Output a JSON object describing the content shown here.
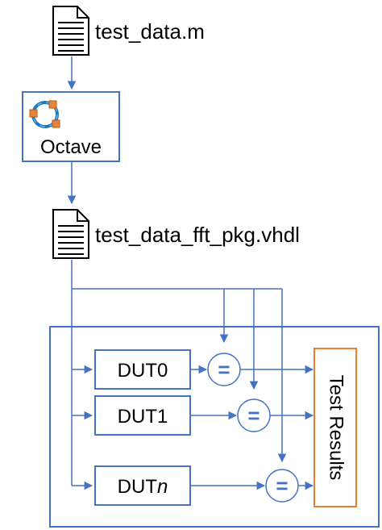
{
  "files": {
    "input": {
      "name": "test_data.m",
      "icon": "document-icon"
    },
    "output": {
      "name": "test_data_fft_pkg.vhdl",
      "icon": "document-icon"
    }
  },
  "tool": {
    "name": "Octave",
    "icon": "octave-logo-icon"
  },
  "duts": [
    {
      "prefix": "DUT",
      "suffix": "0",
      "suffix_italic": false
    },
    {
      "prefix": "DUT",
      "suffix": "1",
      "suffix_italic": false
    },
    {
      "prefix": "DUT",
      "suffix": "n",
      "suffix_italic": true
    }
  ],
  "comparator": {
    "symbol": "="
  },
  "results": {
    "label": "Test Results"
  },
  "colors": {
    "line": "#4472c4",
    "results_border": "#ed7d31",
    "octave_orange": "#e8843a",
    "octave_blue": "#1a77c0",
    "text": "#000000"
  }
}
